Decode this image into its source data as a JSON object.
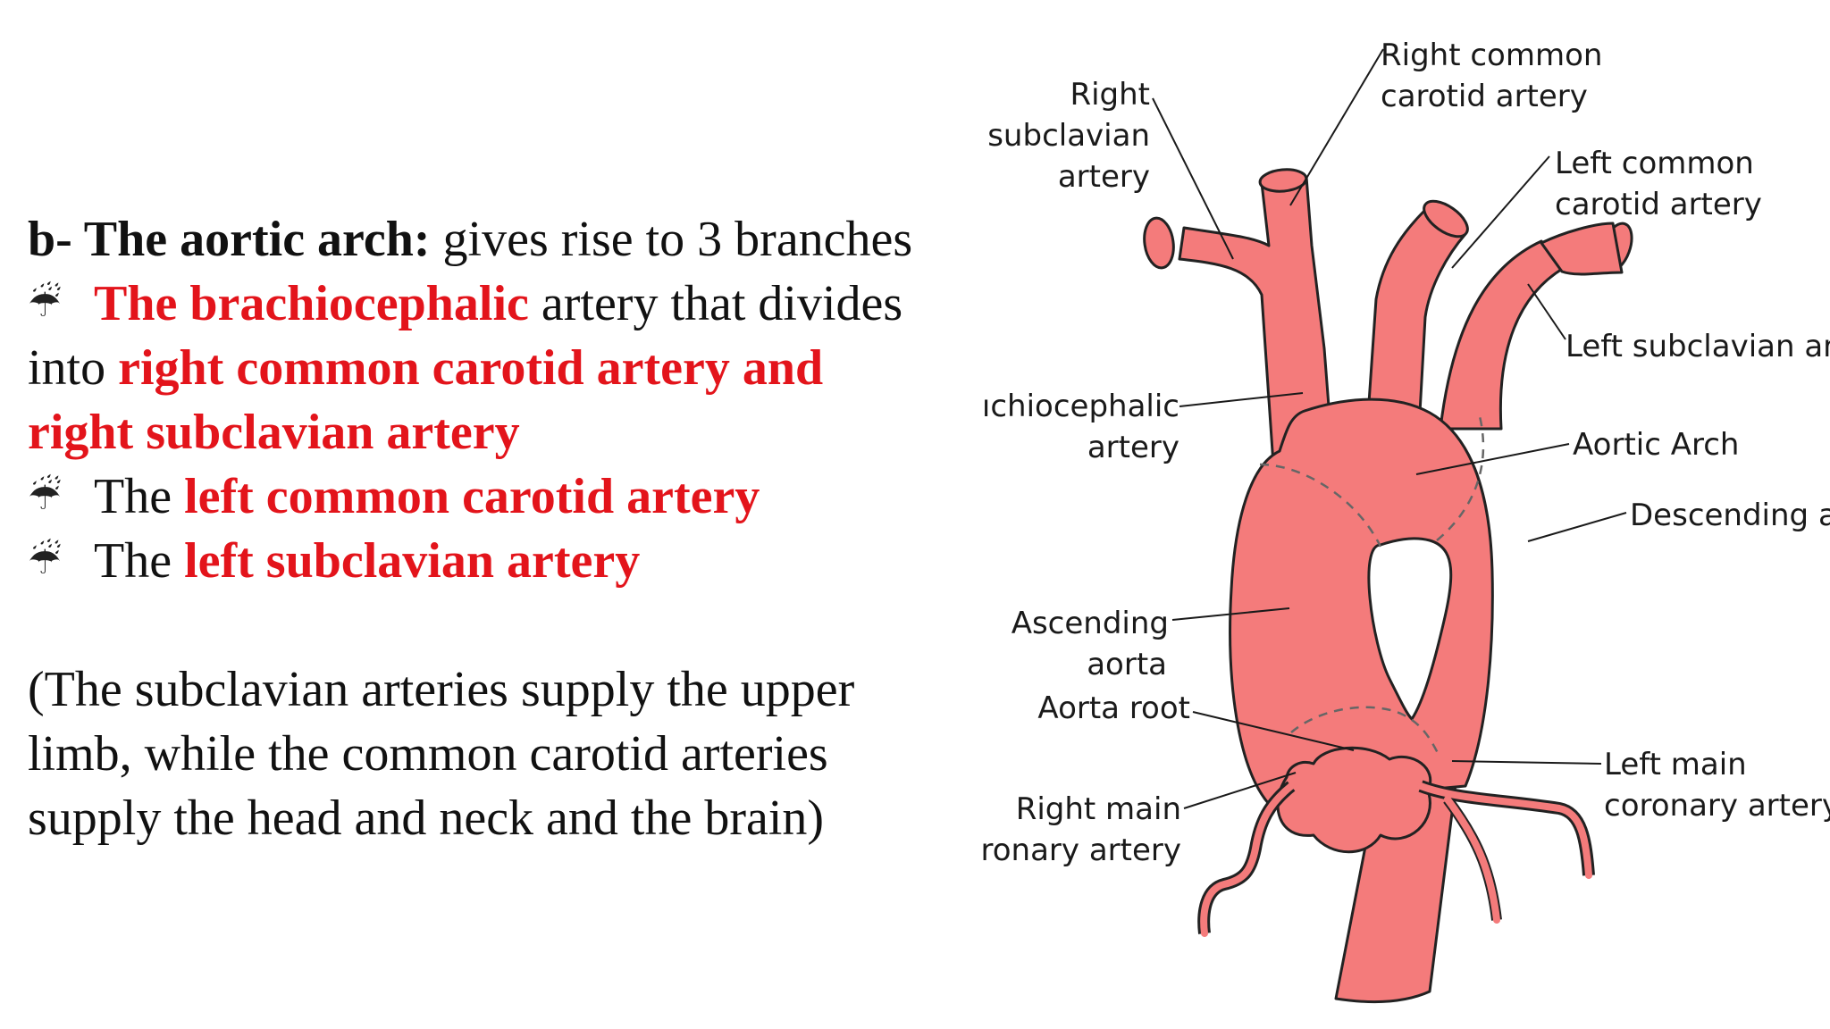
{
  "text": {
    "line1": {
      "bold": "b- The aortic arch:",
      "rest": " gives rise to 3 branches"
    },
    "bullet_icon": "rain-cloud-icon",
    "bullet_glyph": "☔",
    "item1": {
      "red": "The brachiocephalic",
      "rest": " artery that divides"
    },
    "item1_cont": {
      "plain": "into ",
      "red": "right common carotid artery and"
    },
    "item1_cont2": {
      "red": "right subclavian artery"
    },
    "item2": {
      "plain": "The ",
      "red": "left common carotid artery"
    },
    "item3": {
      "plain": "The ",
      "red": "left subclavian artery"
    },
    "note": [
      "(The subclavian arteries supply the upper",
      "limb, while the common carotid arteries",
      "supply the head and neck and the brain)"
    ]
  },
  "diagram": {
    "labels": {
      "right_subclavian": [
        "Right",
        "subclavian",
        "artery"
      ],
      "right_common_carotid": [
        "Right common",
        "carotid artery"
      ],
      "left_common_carotid": [
        "Left common",
        "carotid artery"
      ],
      "left_subclavian": "Left subclavian art",
      "brachiocephalic": [
        "ıchiocephalic",
        "artery"
      ],
      "aortic_arch": "Aortic Arch",
      "descending": "Descending a",
      "ascending": [
        "Ascending",
        "aorta"
      ],
      "aorta_root": "Aorta root",
      "right_main_coronary": [
        "Right main",
        "ronary artery"
      ],
      "left_main_coronary": [
        "Left main",
        "coronary artery"
      ]
    },
    "colors": {
      "vessel": "#f47b7b",
      "outline": "#222222",
      "accent_text": "#e3141b"
    }
  }
}
